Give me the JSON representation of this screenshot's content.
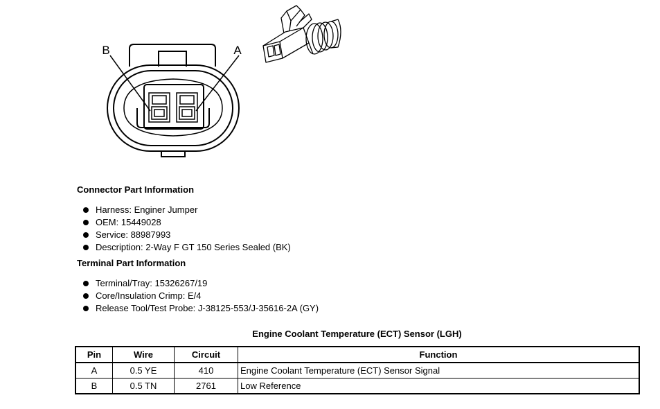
{
  "diagram": {
    "label_b": "B",
    "label_a": "A"
  },
  "connector_info": {
    "heading": "Connector Part Information",
    "items": [
      "Harness: Enginer Jumper",
      "OEM: 15449028",
      "Service: 88987993",
      "Description: 2-Way F GT 150 Series Sealed (BK)"
    ]
  },
  "terminal_info": {
    "heading": "Terminal Part Information",
    "items": [
      "Terminal/Tray: 15326267/19",
      "Core/Insulation Crimp: E/4",
      "Release Tool/Test Probe: J-38125-553/J-35616-2A (GY)"
    ]
  },
  "table": {
    "title": "Engine Coolant Temperature (ECT) Sensor (LGH)",
    "headers": {
      "pin": "Pin",
      "wire": "Wire",
      "circuit": "Circuit",
      "function": "Function"
    },
    "rows": [
      {
        "pin": "A",
        "wire": "0.5 YE",
        "circuit": "410",
        "function": "Engine Coolant Temperature (ECT) Sensor Signal"
      },
      {
        "pin": "B",
        "wire": "0.5 TN",
        "circuit": "2761",
        "function": "Low Reference"
      }
    ]
  }
}
